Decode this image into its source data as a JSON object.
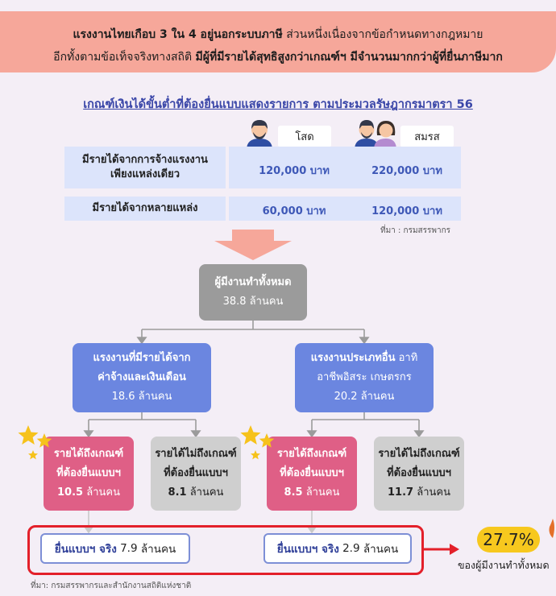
{
  "header": {
    "line1_bold": "แรงงานไทยเกือบ 3 ใน 4 อยู่นอกระบบภาษี",
    "line1_rest": " ส่วนหนึ่งเนื่องจากข้อกำหนดทางกฎหมาย",
    "line2_rest": "อีกทั้งตามข้อเท็จจริงทางสถิติ ",
    "line2_bold": "มีผู้ที่มีรายได้สุทธิสูงกว่าเกณฑ์ฯ มีจำนวนมากกว่าผู้ที่ยื่นภาษีมาก"
  },
  "criteria": {
    "title": "เกณฑ์เงินได้ขั้นต่ำที่ต้องยื่นแบบแสดงรายการ ตามประมวลรัษฎากรมาตรา 56",
    "single_label": "โสด",
    "married_label": "สมรส",
    "rows": [
      {
        "label_line1": "มีรายได้จากการจ้างแรงงาน",
        "label_line2": "เพียงแหล่งเดียว",
        "single": "120,000 บาท",
        "married": "220,000 บาท"
      },
      {
        "label_line1": "มีรายได้จากหลายแหล่ง",
        "label_line2": "",
        "single": "60,000 บาท",
        "married": "120,000 บาท"
      }
    ],
    "source": "ที่มา : กรมสรรพากร"
  },
  "flow": {
    "total": {
      "title": "ผู้มีงานทำทั้งหมด",
      "value": "38.8",
      "unit": "ล้านคน"
    },
    "wage": {
      "title_line1": "แรงงานที่มีรายได้จาก",
      "title_line2": "ค่าจ้างและเงินเดือน",
      "value": "18.6",
      "unit": "ล้านคน"
    },
    "other": {
      "title_bold": "แรงงานประเภทอื่น",
      "title_rest": " อาทิ",
      "title_line2": "อาชีพอิสระ เกษตรกร",
      "value": "20.2",
      "unit": "ล้านคน"
    },
    "wage_meet": {
      "line1": "รายได้ถึงเกณฑ์",
      "line2": "ที่ต้องยื่นแบบฯ",
      "value": "10.5",
      "unit": "ล้านคน"
    },
    "wage_not": {
      "line1": "รายได้ไม่ถึงเกณฑ์",
      "line2": "ที่ต้องยื่นแบบฯ",
      "value": "8.1",
      "unit": "ล้านคน"
    },
    "other_meet": {
      "line1": "รายได้ถึงเกณฑ์",
      "line2": "ที่ต้องยื่นแบบฯ",
      "value": "8.5",
      "unit": "ล้านคน"
    },
    "other_not": {
      "line1": "รายได้ไม่ถึงเกณฑ์",
      "line2": "ที่ต้องยื่นแบบฯ",
      "value": "11.7",
      "unit": "ล้านคน"
    },
    "filed_wage": {
      "label": "ยื่นแบบฯ จริง",
      "value": "7.9",
      "unit": "ล้านคน"
    },
    "filed_other": {
      "label": "ยื่นแบบฯ จริง",
      "value": "2.9",
      "unit": "ล้านคน"
    },
    "percent": "27.7%",
    "percent_caption": "ของผู้มีงานทำทั้งหมด"
  },
  "footer_source": "ที่มา: กรมสรรพากรและสำนักงานสถิติแห่งชาติ",
  "colors": {
    "accent_pink": "#df5f86",
    "accent_blue": "#6b86e0",
    "frame_red": "#e3202a",
    "bubble": "#f7c81e"
  }
}
